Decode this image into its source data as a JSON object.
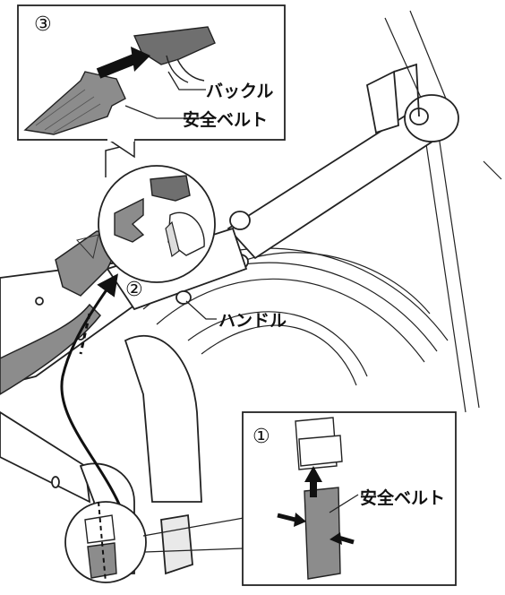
{
  "steps": {
    "step1": "①",
    "step2": "②",
    "step3": "③"
  },
  "labels": {
    "buckle": "バックル",
    "belt_top": "安全ベルト",
    "handle": "ハンドル",
    "belt_bottom": "安全ベルト"
  },
  "colors": {
    "line": "#1a1a1a",
    "belt": "#8c8c8c",
    "buckle": "#6f6f6f",
    "arrow": "#111111",
    "background": "#ffffff"
  },
  "icons": {
    "insert_arrow": "right-arrow",
    "pull_arrow": "up-arrow",
    "squeeze_arrows": "inward-arrows",
    "thread_path": "curved-arrow"
  }
}
